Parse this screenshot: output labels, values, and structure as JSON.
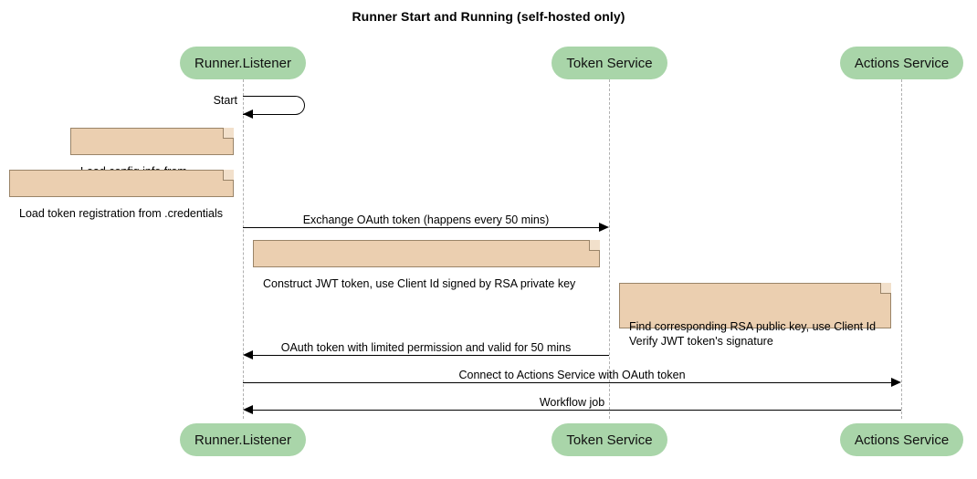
{
  "diagram": {
    "type": "sequence-diagram",
    "title": "Runner Start and Running (self-hosted only)",
    "colors": {
      "participant_fill": "#a9d5a9",
      "note_fill": "#ebcfb0",
      "note_border": "#9a8468",
      "lifeline": "#b0b0b0",
      "arrow": "#000000",
      "text": "#000000",
      "background": "#ffffff"
    },
    "participants": [
      {
        "id": "runner",
        "label": "Runner.Listener"
      },
      {
        "id": "token",
        "label": "Token Service"
      },
      {
        "id": "actions",
        "label": "Actions Service"
      }
    ],
    "self_messages": [
      {
        "label": "Start",
        "from": "runner",
        "to": "runner"
      }
    ],
    "notes": [
      {
        "id": "note-load-config",
        "text": "Load config info from .runner",
        "over": "runner"
      },
      {
        "id": "note-load-token",
        "text": "Load token registration from .credentials",
        "over": "runner"
      },
      {
        "id": "note-construct-jwt",
        "text": "Construct JWT token, use Client Id signed by RSA private key",
        "over": "runner"
      },
      {
        "id": "note-verify-jwt",
        "text": "Find corresponding RSA public key, use Client Id\nVerify JWT token's signature",
        "over": "token"
      }
    ],
    "messages": [
      {
        "id": "msg-exchange-oauth",
        "label": "Exchange OAuth token (happens every 50 mins)",
        "from": "runner",
        "to": "token",
        "direction": "right"
      },
      {
        "id": "msg-oauth-return",
        "label": "OAuth token with limited permission and valid for 50 mins",
        "from": "token",
        "to": "runner",
        "direction": "left"
      },
      {
        "id": "msg-connect-actions",
        "label": "Connect to Actions Service with OAuth token",
        "from": "runner",
        "to": "actions",
        "direction": "right"
      },
      {
        "id": "msg-workflow-job",
        "label": "Workflow job",
        "from": "actions",
        "to": "runner",
        "direction": "left"
      }
    ]
  }
}
